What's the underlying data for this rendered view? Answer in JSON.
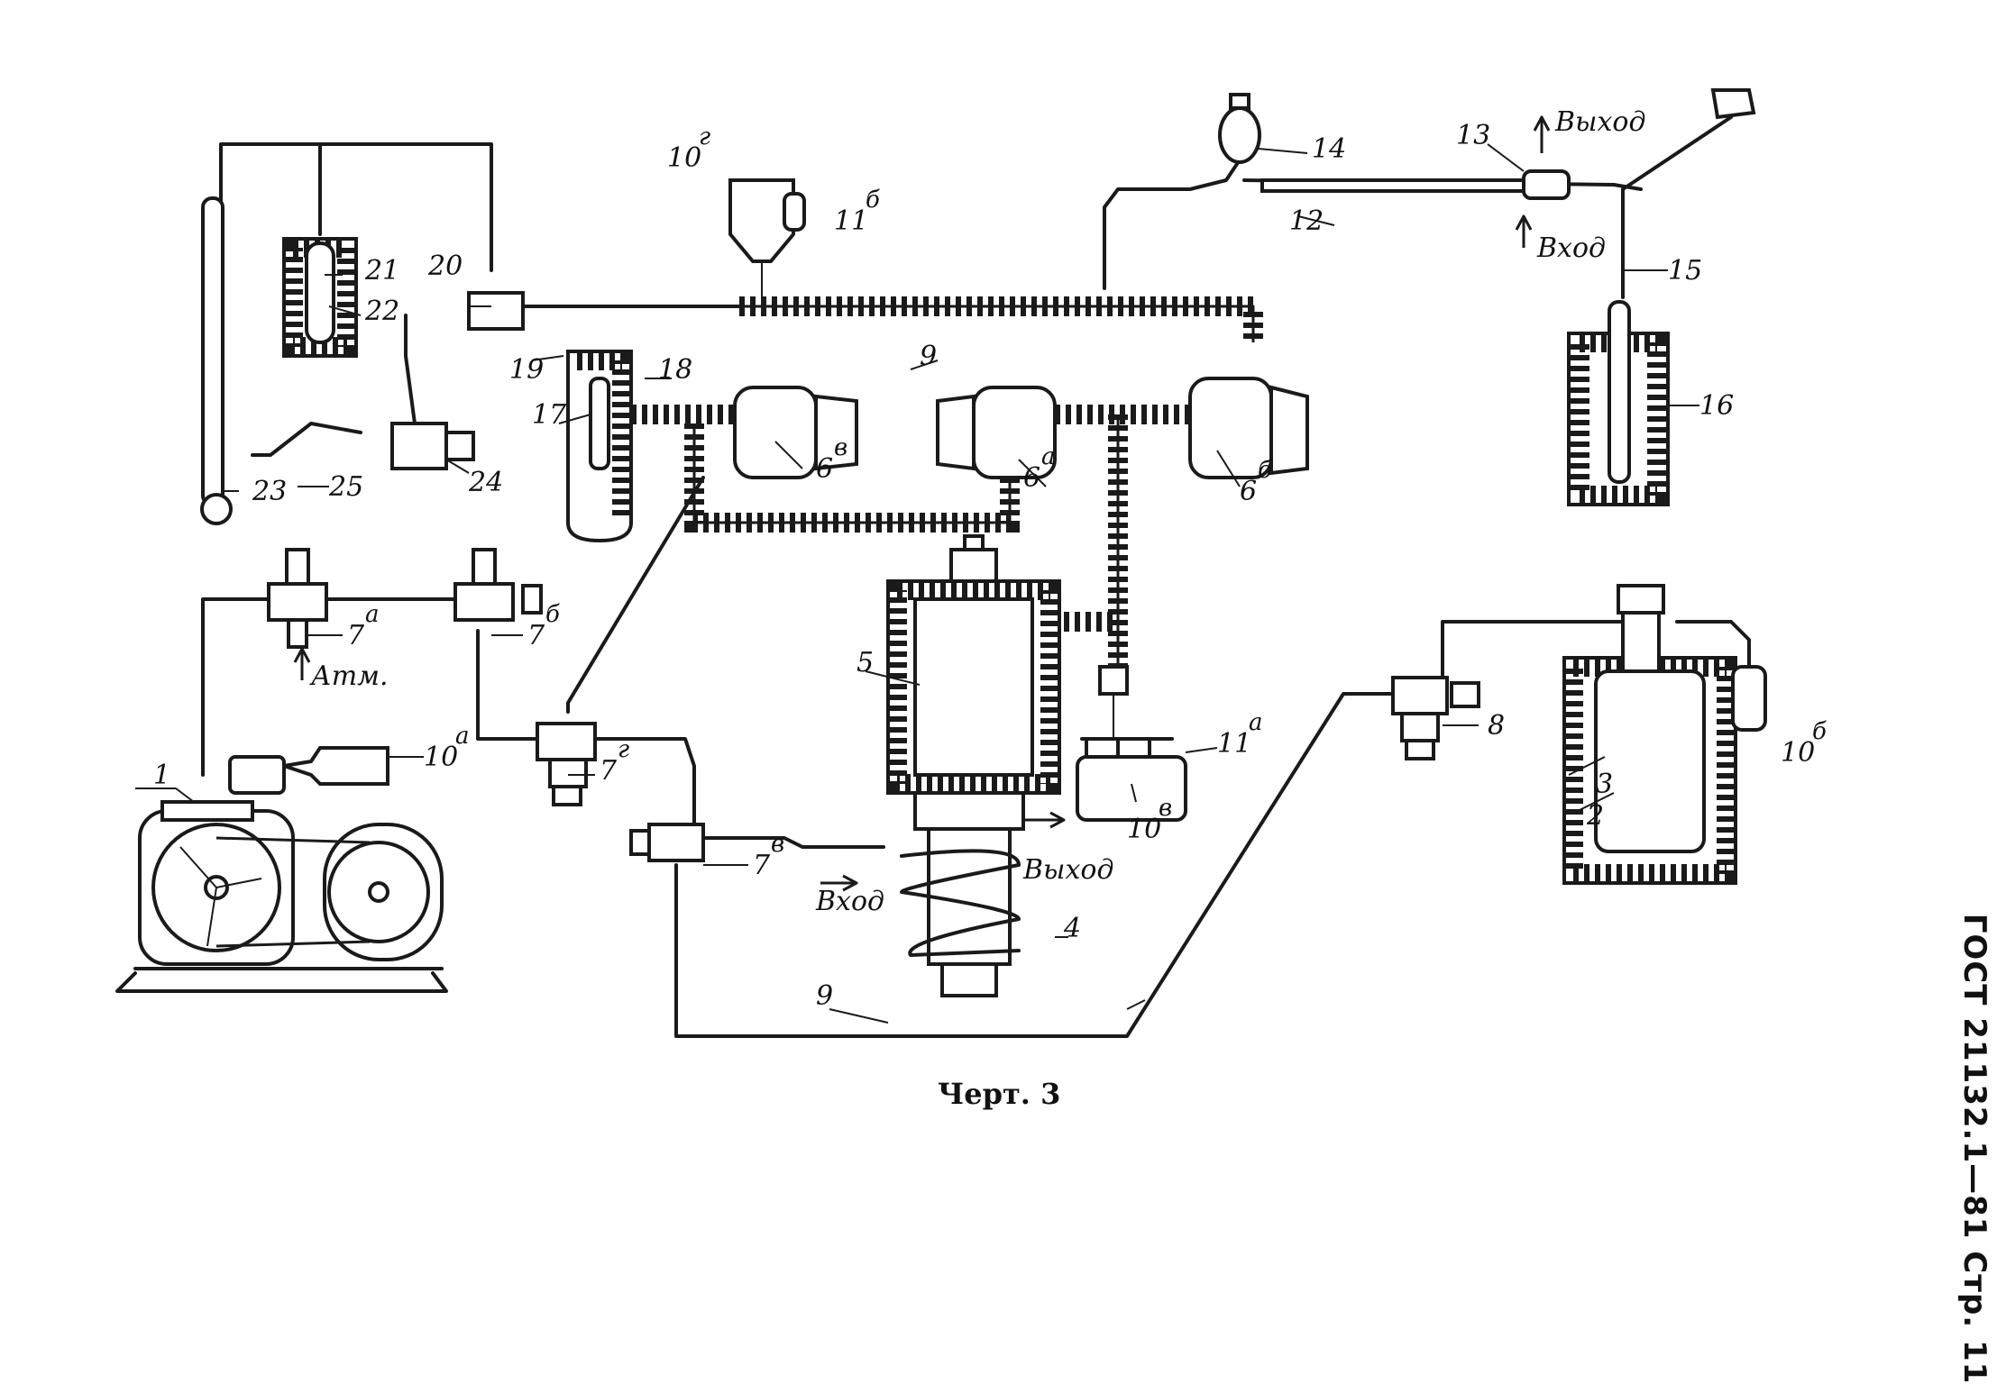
{
  "caption": "Черт. 3",
  "side_mark": "ГОСТ 21132.1—81 Стр. 11",
  "flow_labels": {
    "atm": "Атм.",
    "input_bottom": "Вход",
    "output_bottom": "Выход",
    "input_top": "Вход",
    "output_top": "Выход"
  },
  "labels": {
    "l1": "1",
    "l2": "2",
    "l3": "3",
    "l4": "4",
    "l5": "5",
    "l6a": "6",
    "l6a_sup": "а",
    "l6b": "6",
    "l6b_sup": "б",
    "l6v": "6",
    "l6v_sup": "в",
    "l7a": "7",
    "l7a_sup": "а",
    "l7b": "7",
    "l7b_sup": "б",
    "l7g": "7",
    "l7g_sup": "г",
    "l7v": "7",
    "l7v_sup": "в",
    "l8": "8",
    "l9a": "9",
    "l9b": "9",
    "l10a": "10",
    "l10a_sup": "а",
    "l10b": "10",
    "l10b_sup": "б",
    "l10v": "10",
    "l10v_sup": "в",
    "l10g": "10",
    "l10g_sup": "г",
    "l11a": "11",
    "l11a_sup": "а",
    "l11b": "11",
    "l11b_sup": "б",
    "l12": "12",
    "l13": "13",
    "l14": "14",
    "l15": "15",
    "l16": "16",
    "l17": "17",
    "l18": "18",
    "l19": "19",
    "l20": "20",
    "l21": "21",
    "l22": "22",
    "l23": "23",
    "l24": "24",
    "l25": "25"
  }
}
